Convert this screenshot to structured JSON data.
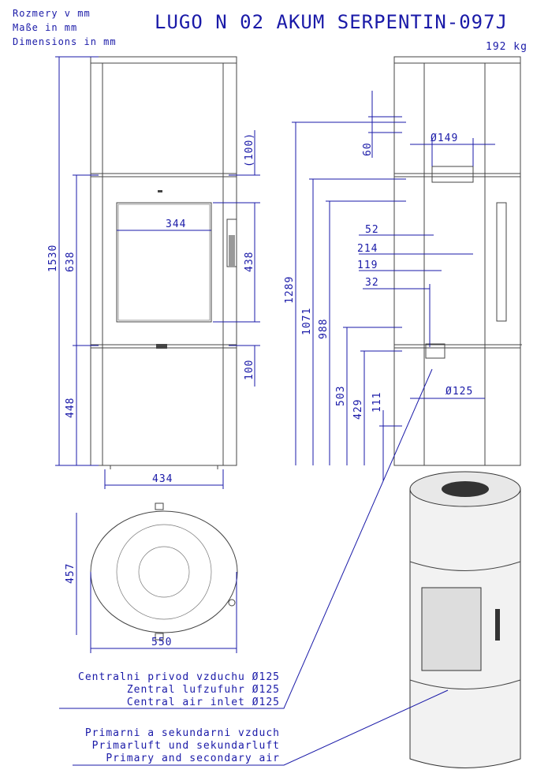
{
  "header": {
    "units": [
      "Rozmery v mm",
      "Maße in mm",
      "Dimensions in mm"
    ],
    "title": "LUGO N 02 AKUM SERPENTIN-097J",
    "weight": "192 kg"
  },
  "front_view": {
    "height_total": "1530",
    "door_height": "638",
    "bottom_height": "448",
    "top_offset": "(100)",
    "glass_height": "438",
    "bottom_offset": "100",
    "glass_width": "344",
    "width": "434"
  },
  "side_view": {
    "flue_height": "1289",
    "h1071": "1071",
    "h988": "988",
    "h503": "503",
    "h429": "429",
    "h111": "111",
    "d60": "60",
    "flue_diameter": "Ø149",
    "d52": "52",
    "d214": "214",
    "d119": "119",
    "d32": "32",
    "air_diameter": "Ø125"
  },
  "top_view": {
    "depth": "457",
    "width": "550"
  },
  "notes": {
    "central_air": [
      "Centralni privod vzduchu Ø125",
      "Zentral lufzufuhr Ø125",
      "Central air inlet Ø125"
    ],
    "primary_air": [
      "Primarni a sekundarni vzduch",
      "Primarluft und sekundarluft",
      "Primary and secondary air"
    ]
  },
  "colors": {
    "annotation": "#1a1aa8",
    "outline": "#444444"
  }
}
